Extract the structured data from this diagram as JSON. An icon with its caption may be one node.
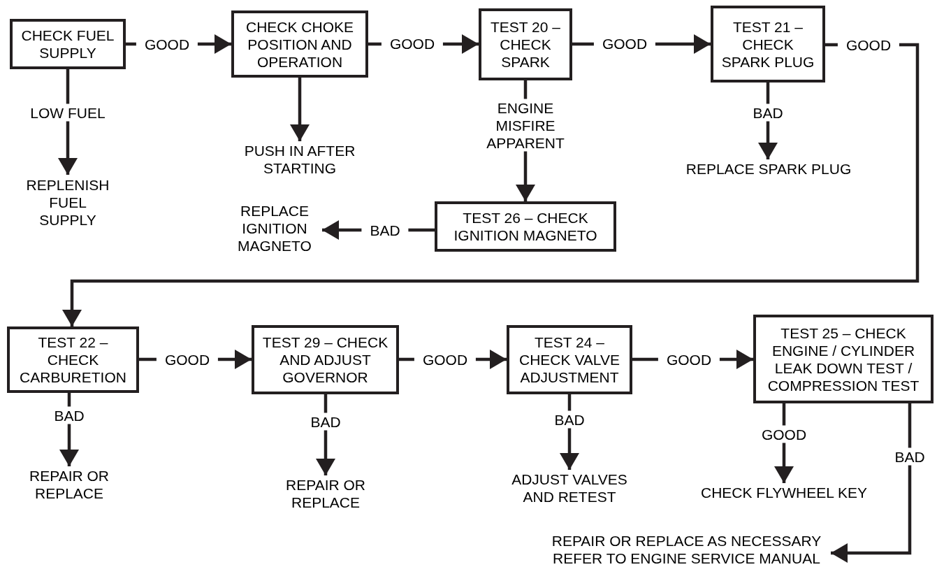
{
  "diagram": {
    "nodes": [
      {
        "text": [
          "CHECK FUEL SUPPLY"
        ]
      },
      {
        "text": [
          "CHECK CHOKE POSITION AND OPERATION"
        ]
      },
      {
        "text": [
          "TEST 20 – CHECK SPARK"
        ]
      },
      {
        "text": [
          "TEST 21 – CHECK SPARK PLUG"
        ]
      },
      {
        "text": [
          "REPLENISH FUEL SUPPLY"
        ]
      },
      {
        "text": [
          "PUSH IN AFTER STARTING"
        ]
      },
      {
        "text": [
          "REPLACE SPARK PLUG"
        ]
      },
      {
        "text": [
          "TEST 26 – CHECK IGNITION MAGNETO"
        ]
      },
      {
        "text": [
          "REPLACE IGNITION MAGNETO"
        ]
      },
      {
        "text": [
          "TEST 22 – CHECK CARBURETION"
        ]
      },
      {
        "text": [
          "TEST 29 – CHECK AND ADJUST GOVERNOR"
        ]
      },
      {
        "text": [
          "TEST 24 – CHECK VALVE ADJUSTMENT"
        ]
      },
      {
        "text": [
          "TEST 25 – CHECK ENGINE / CYLINDER LEAK DOWN TEST / COMPRESSION TEST"
        ]
      },
      {
        "text": [
          "REPAIR OR REPLACE"
        ]
      },
      {
        "text": [
          "REPAIR OR REPLACE"
        ]
      },
      {
        "text": [
          "ADJUST VALVES AND RETEST"
        ]
      },
      {
        "text": [
          "CHECK FLYWHEEL KEY"
        ]
      },
      {
        "text": [
          "REPAIR OR REPLACE AS NECESSARY REFER TO ENGINE SERVICE MANUAL"
        ]
      }
    ],
    "edges": [
      {
        "from": 0,
        "to": 1,
        "arrow": "to",
        "label": "GOOD"
      },
      {
        "from": 0,
        "to": 4,
        "arrow": "to",
        "label": "LOW FUEL"
      },
      {
        "from": 1,
        "to": 5,
        "arrow": "to"
      },
      {
        "from": 1,
        "to": 2,
        "arrow": "to",
        "label": "GOOD"
      },
      {
        "from": 2,
        "to": 3,
        "arrow": "to",
        "label": "GOOD"
      },
      {
        "from": 2,
        "to": 7,
        "arrow": "to",
        "label": "ENGINE MISFIRE APPARENT"
      },
      {
        "from": 3,
        "to": 6,
        "arrow": "to",
        "label": "BAD"
      },
      {
        "from": 7,
        "to": 8,
        "arrow": "to",
        "label": "BAD"
      },
      {
        "from": 3,
        "to": 9,
        "arrow": "to",
        "label": "GOOD"
      },
      {
        "from": 9,
        "to": 10,
        "arrow": "to",
        "label": "GOOD"
      },
      {
        "from": 9,
        "to": 13,
        "arrow": "to",
        "label": "BAD"
      },
      {
        "from": 10,
        "to": 11,
        "arrow": "to",
        "label": "GOOD"
      },
      {
        "from": 10,
        "to": 14,
        "arrow": "to",
        "label": "BAD"
      },
      {
        "from": 11,
        "to": 12,
        "arrow": "to",
        "label": "GOOD"
      },
      {
        "from": 11,
        "to": 15,
        "arrow": "to",
        "label": "BAD"
      },
      {
        "from": 12,
        "to": 16,
        "arrow": "to",
        "label": "GOOD"
      },
      {
        "from": 12,
        "to": 17,
        "arrow": "to",
        "label": "BAD"
      }
    ]
  }
}
